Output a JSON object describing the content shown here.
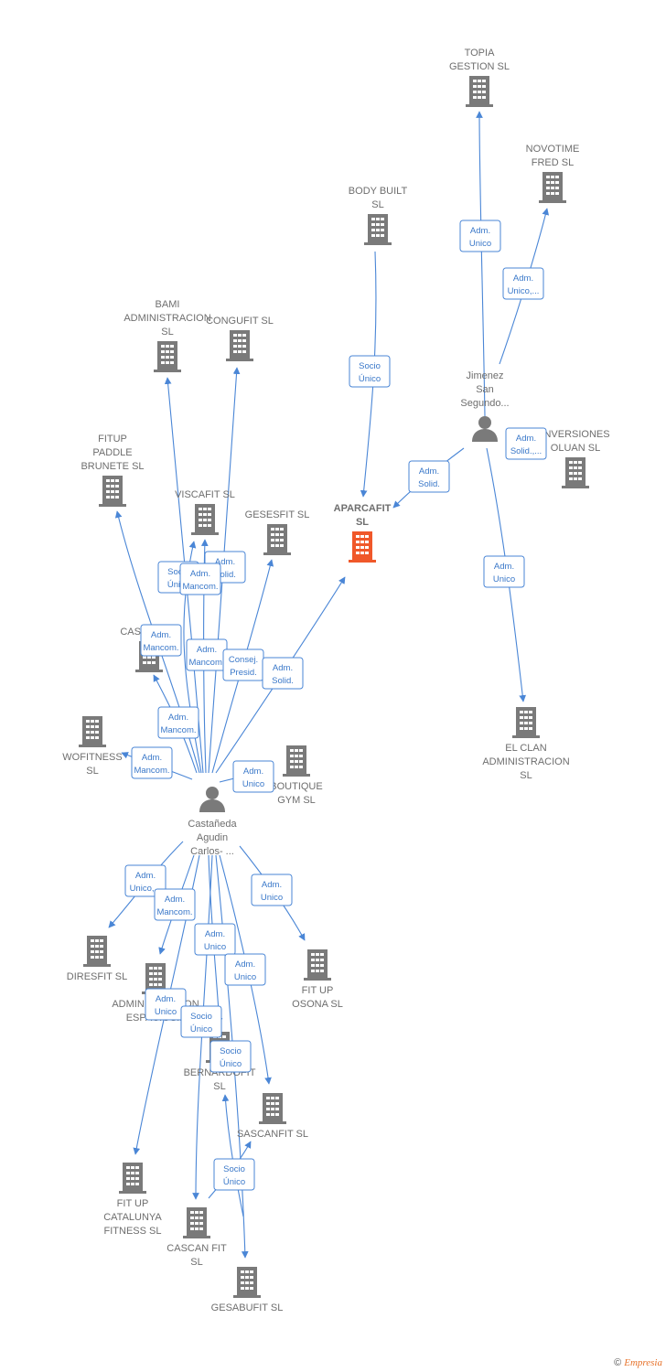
{
  "colors": {
    "edge": "#4a86d6",
    "building": "#7a7a7a",
    "center_building": "#f0582a",
    "person": "#7a7a7a",
    "label_text": "#3a78c9"
  },
  "nodes": [
    {
      "id": "topia",
      "type": "company",
      "lines": [
        "TOPIA",
        "GESTION SL"
      ]
    },
    {
      "id": "novotime",
      "type": "company",
      "lines": [
        "NOVOTIME",
        "FRED  SL"
      ]
    },
    {
      "id": "bodybuilt",
      "type": "company",
      "lines": [
        "BODY BUILT",
        "SL"
      ]
    },
    {
      "id": "jimenez",
      "type": "person",
      "lines": [
        "Jimenez",
        "San",
        "Segundo..."
      ]
    },
    {
      "id": "inversiones",
      "type": "company",
      "lines": [
        "INVERSIONES",
        "OLUAN  SL"
      ]
    },
    {
      "id": "aparcafit",
      "type": "center",
      "lines": [
        "APARCAFIT",
        "SL"
      ]
    },
    {
      "id": "bami",
      "type": "company",
      "lines": [
        "BAMI",
        "ADMINISTRACION",
        "SL"
      ]
    },
    {
      "id": "congufit",
      "type": "company",
      "lines": [
        "CONGUFIT  SL"
      ]
    },
    {
      "id": "fitup_paddle",
      "type": "company",
      "lines": [
        "FITUP",
        "PADDLE",
        "BRUNETE  SL"
      ]
    },
    {
      "id": "viscafit",
      "type": "company",
      "lines": [
        "VISCAFIT  SL"
      ]
    },
    {
      "id": "gesesfit",
      "type": "company",
      "lines": [
        "GESESFIT SL"
      ]
    },
    {
      "id": "cashfit",
      "type": "company",
      "lines": [
        "CASHFIT  SL"
      ]
    },
    {
      "id": "wofitness",
      "type": "company",
      "lines": [
        "WOFITNESS",
        "SL"
      ]
    },
    {
      "id": "boutique",
      "type": "company",
      "lines": [
        "BOUTIQUE",
        "GYM  SL"
      ]
    },
    {
      "id": "elclan",
      "type": "company",
      "lines": [
        "EL CLAN",
        "ADMINISTRACION",
        "SL"
      ]
    },
    {
      "id": "castaneda",
      "type": "person",
      "lines": [
        "Castañeda",
        "Agudin",
        "Carlos- ..."
      ]
    },
    {
      "id": "diresfit",
      "type": "company",
      "lines": [
        "DIRESFIT  SL"
      ]
    },
    {
      "id": "administracion",
      "type": "company",
      "lines": [
        "ADMINISTRACION",
        "ESPACIOS..."
      ]
    },
    {
      "id": "fitup_osona",
      "type": "company",
      "lines": [
        "FIT UP",
        "OSONA  SL"
      ]
    },
    {
      "id": "bernardofit",
      "type": "company",
      "lines": [
        "BERNARDOFIT",
        "SL"
      ]
    },
    {
      "id": "sascanfit",
      "type": "company",
      "lines": [
        "SASCANFIT  SL"
      ]
    },
    {
      "id": "fitup_cat",
      "type": "company",
      "lines": [
        "FIT UP",
        "CATALUNYA",
        "FITNESS  SL"
      ]
    },
    {
      "id": "cascanfit",
      "type": "company",
      "lines": [
        "CASCAN FIT",
        "SL"
      ]
    },
    {
      "id": "gesabufit",
      "type": "company",
      "lines": [
        "GESABUFIT  SL"
      ]
    }
  ],
  "edge_labels": [
    {
      "id": "l1",
      "lines": [
        "Adm.",
        "Unico"
      ]
    },
    {
      "id": "l2",
      "lines": [
        "Adm.",
        "Unico,..."
      ]
    },
    {
      "id": "l3",
      "lines": [
        "Socio",
        "Único"
      ]
    },
    {
      "id": "l4",
      "lines": [
        "Adm.",
        "Solid.,..."
      ]
    },
    {
      "id": "l5",
      "lines": [
        "Adm.",
        "Solid."
      ]
    },
    {
      "id": "l6",
      "lines": [
        "Adm.",
        "Unico"
      ]
    },
    {
      "id": "l7",
      "lines": [
        "Adm.",
        "Solid."
      ]
    },
    {
      "id": "l8",
      "lines": [
        "Adm.",
        "Mancom."
      ]
    },
    {
      "id": "l9",
      "lines": [
        "Socio",
        "Único"
      ]
    },
    {
      "id": "l10",
      "lines": [
        "Adm.",
        "Mancom."
      ]
    },
    {
      "id": "l11",
      "lines": [
        "Adm.",
        "Mancom."
      ]
    },
    {
      "id": "l12",
      "lines": [
        "Consej.",
        "Presid."
      ]
    },
    {
      "id": "l13",
      "lines": [
        "Adm.",
        "Solid."
      ]
    },
    {
      "id": "l14",
      "lines": [
        "Adm.",
        "Mancom."
      ]
    },
    {
      "id": "l15",
      "lines": [
        "Adm.",
        "Mancom."
      ]
    },
    {
      "id": "l16",
      "lines": [
        "Adm.",
        "Unico"
      ]
    },
    {
      "id": "l17",
      "lines": [
        "Adm.",
        "Unico,..."
      ]
    },
    {
      "id": "l18",
      "lines": [
        "Adm.",
        "Mancom."
      ]
    },
    {
      "id": "l19",
      "lines": [
        "Adm.",
        "Unico"
      ]
    },
    {
      "id": "l20",
      "lines": [
        "Adm.",
        "Unico"
      ]
    },
    {
      "id": "l21",
      "lines": [
        "Adm.",
        "Unico"
      ]
    },
    {
      "id": "l22",
      "lines": [
        "Adm.",
        "Unico"
      ]
    },
    {
      "id": "l23",
      "lines": [
        "Socio",
        "Único"
      ]
    },
    {
      "id": "l24",
      "lines": [
        "Socio",
        "Único"
      ]
    },
    {
      "id": "l25",
      "lines": [
        "Socio",
        "Único"
      ]
    }
  ],
  "footer": {
    "copyright_symbol": "©",
    "brand": "Empresia"
  }
}
